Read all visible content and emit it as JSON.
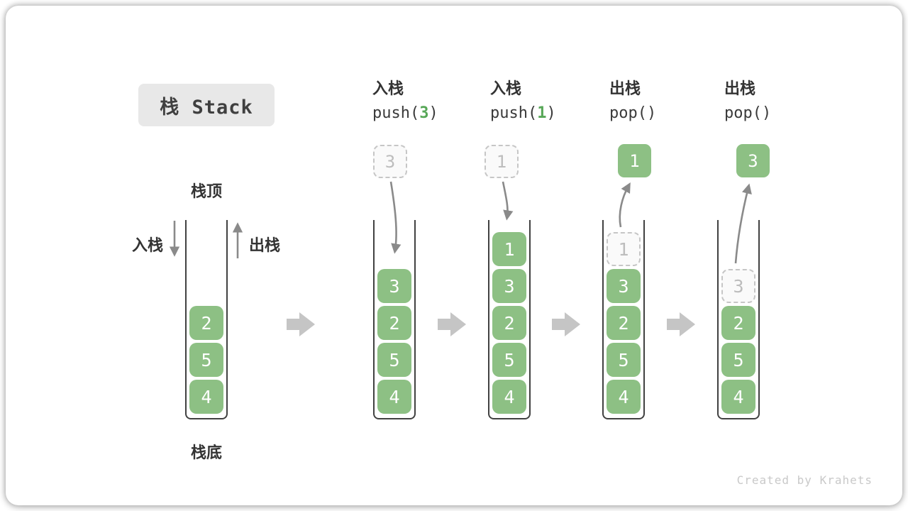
{
  "title": "栈 Stack",
  "watermark": "Created by Krahets",
  "annotations": {
    "stack_top": "栈顶",
    "stack_bottom": "栈底",
    "push_side": "入栈",
    "pop_side": "出栈"
  },
  "headers": [
    {
      "op": "入栈",
      "code_pre": "push(",
      "code_arg": "3",
      "code_post": ")"
    },
    {
      "op": "入栈",
      "code_pre": "push(",
      "code_arg": "1",
      "code_post": ")"
    },
    {
      "op": "出栈",
      "code_pre": "pop(",
      "code_arg": "",
      "code_post": ")"
    },
    {
      "op": "出栈",
      "code_pre": "pop(",
      "code_arg": "",
      "code_post": ")"
    }
  ],
  "floats": [
    {
      "v": "3",
      "variant": "dashed"
    },
    {
      "v": "1",
      "variant": "dashed"
    },
    {
      "v": "1",
      "variant": "solid"
    },
    {
      "v": "3",
      "variant": "solid"
    }
  ],
  "stacks": [
    {
      "cells": [
        {
          "v": "2"
        },
        {
          "v": "5"
        },
        {
          "v": "4"
        }
      ]
    },
    {
      "cells": [
        {
          "v": "3"
        },
        {
          "v": "2"
        },
        {
          "v": "5"
        },
        {
          "v": "4"
        }
      ]
    },
    {
      "cells": [
        {
          "v": "1"
        },
        {
          "v": "3"
        },
        {
          "v": "2"
        },
        {
          "v": "5"
        },
        {
          "v": "4"
        }
      ]
    },
    {
      "cells": [
        {
          "v": "1",
          "ghost": true
        },
        {
          "v": "3"
        },
        {
          "v": "2"
        },
        {
          "v": "5"
        },
        {
          "v": "4"
        }
      ]
    },
    {
      "cells": [
        {
          "v": "3",
          "ghost": true
        },
        {
          "v": "2"
        },
        {
          "v": "5"
        },
        {
          "v": "4"
        }
      ]
    }
  ],
  "colors": {
    "cell_green": "#8dc084",
    "code_green": "#57a757",
    "badge_bg": "#e8e8e8",
    "text": "#333333",
    "ghost_text": "#bdbdbd",
    "dashed_border": "#c6c6c6",
    "arrow": "#8a8a8a",
    "block_arrow": "#c5c5c5",
    "container_border": "#414141",
    "watermark": "#c9c9c9"
  }
}
